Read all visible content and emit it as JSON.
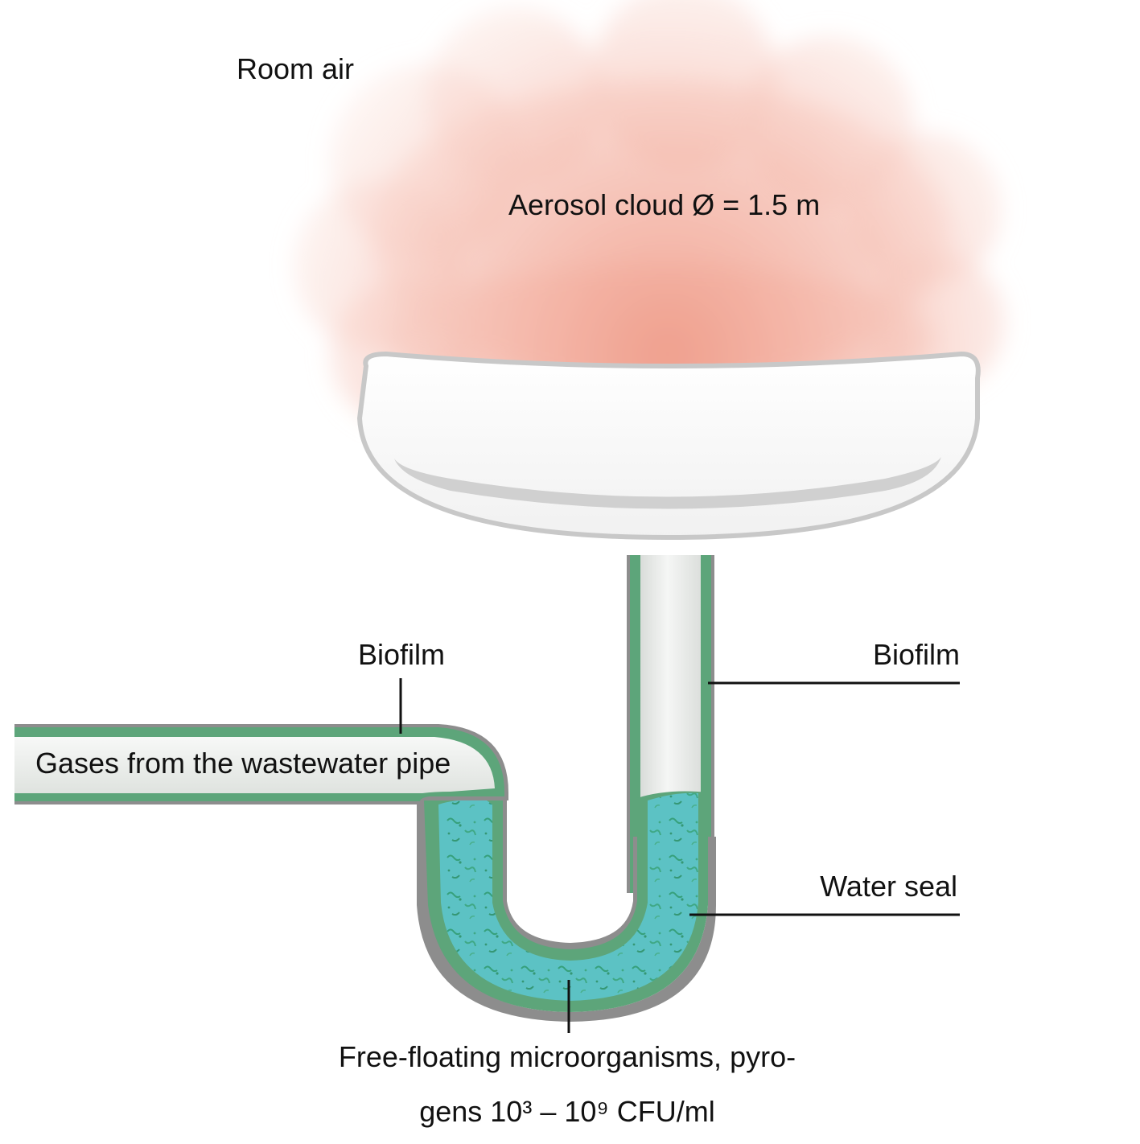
{
  "labels": {
    "room_air": "Room air",
    "aerosol_cloud": "Aerosol cloud Ø = 1.5 m",
    "biofilm_left": "Biofilm",
    "biofilm_right": "Biofilm",
    "gases": "Gases from the wastewater pipe",
    "water_seal": "Water seal",
    "microorganisms_line1": "Free-floating microorganisms, pyro-",
    "microorganisms_line2": "gens 10³ – 10⁹ CFU/ml"
  },
  "colors": {
    "aerosol": "#f0a08e",
    "biofilm": "#5da57a",
    "pipe_outline": "#8d8d8d",
    "water": "#5cc2c4",
    "basin": "#ffffff",
    "basin_outline": "#c8c8c8",
    "pipe_interior": "#eef0ee"
  }
}
